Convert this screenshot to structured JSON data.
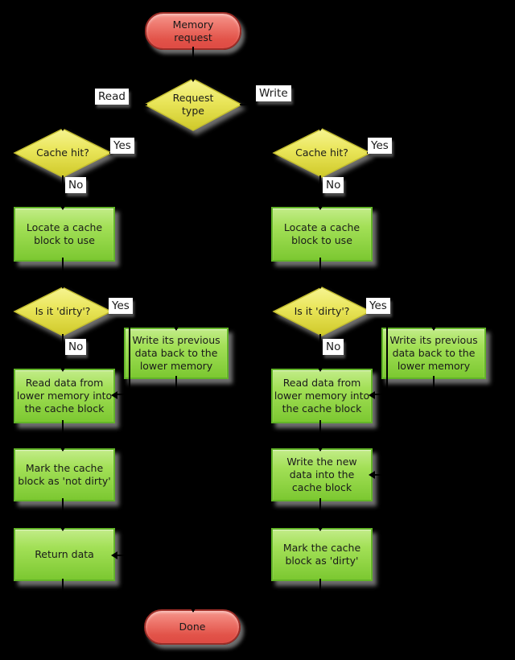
{
  "flowchart": {
    "background": "#000000",
    "colors": {
      "terminal_fill_top": "#f5978d",
      "terminal_fill_bottom": "#de4a43",
      "terminal_border": "#9c2d27",
      "decision_fill_top": "#f6f492",
      "decision_fill_bottom": "#cfc929",
      "decision_border": "#c3bd2f",
      "process_fill_top": "#c2ec88",
      "process_fill_bottom": "#7cc831",
      "process_border": "#62b427",
      "connector": "#000000",
      "edge_label_bg": "#ffffff",
      "text": "#1a1a1a",
      "shadow": "#6f6f6f"
    },
    "nodes": {
      "memory_request": "Memory\nrequest",
      "request_type": "Request\ntype",
      "cache_hit_read": "Cache hit?",
      "cache_hit_write": "Cache hit?",
      "locate_block_read": "Locate a cache\nblock to use",
      "locate_block_write": "Locate a cache\nblock to use",
      "is_dirty_read": "Is it 'dirty'?",
      "is_dirty_write": "Is it 'dirty'?",
      "write_back_read": "Write its previous\ndata back to the\nlower memory",
      "write_back_write": "Write its previous\ndata back to the\nlower memory",
      "read_lower_read": "Read data from\nlower memory into\nthe cache block",
      "read_lower_write": "Read data from\nlower memory into\nthe cache block",
      "mark_not_dirty": "Mark the cache\nblock as 'not dirty'",
      "return_data": "Return data",
      "write_new_data": "Write the new\ndata into the\ncache block",
      "mark_dirty": "Mark the cache\nblock as 'dirty'",
      "done": "Done"
    },
    "edge_labels": {
      "read": "Read",
      "write": "Write",
      "cache_hit_read_yes": "Yes",
      "cache_hit_read_no": "No",
      "cache_hit_write_yes": "Yes",
      "cache_hit_write_no": "No",
      "is_dirty_read_yes": "Yes",
      "is_dirty_read_no": "No",
      "is_dirty_write_yes": "Yes",
      "is_dirty_write_no": "No"
    }
  }
}
